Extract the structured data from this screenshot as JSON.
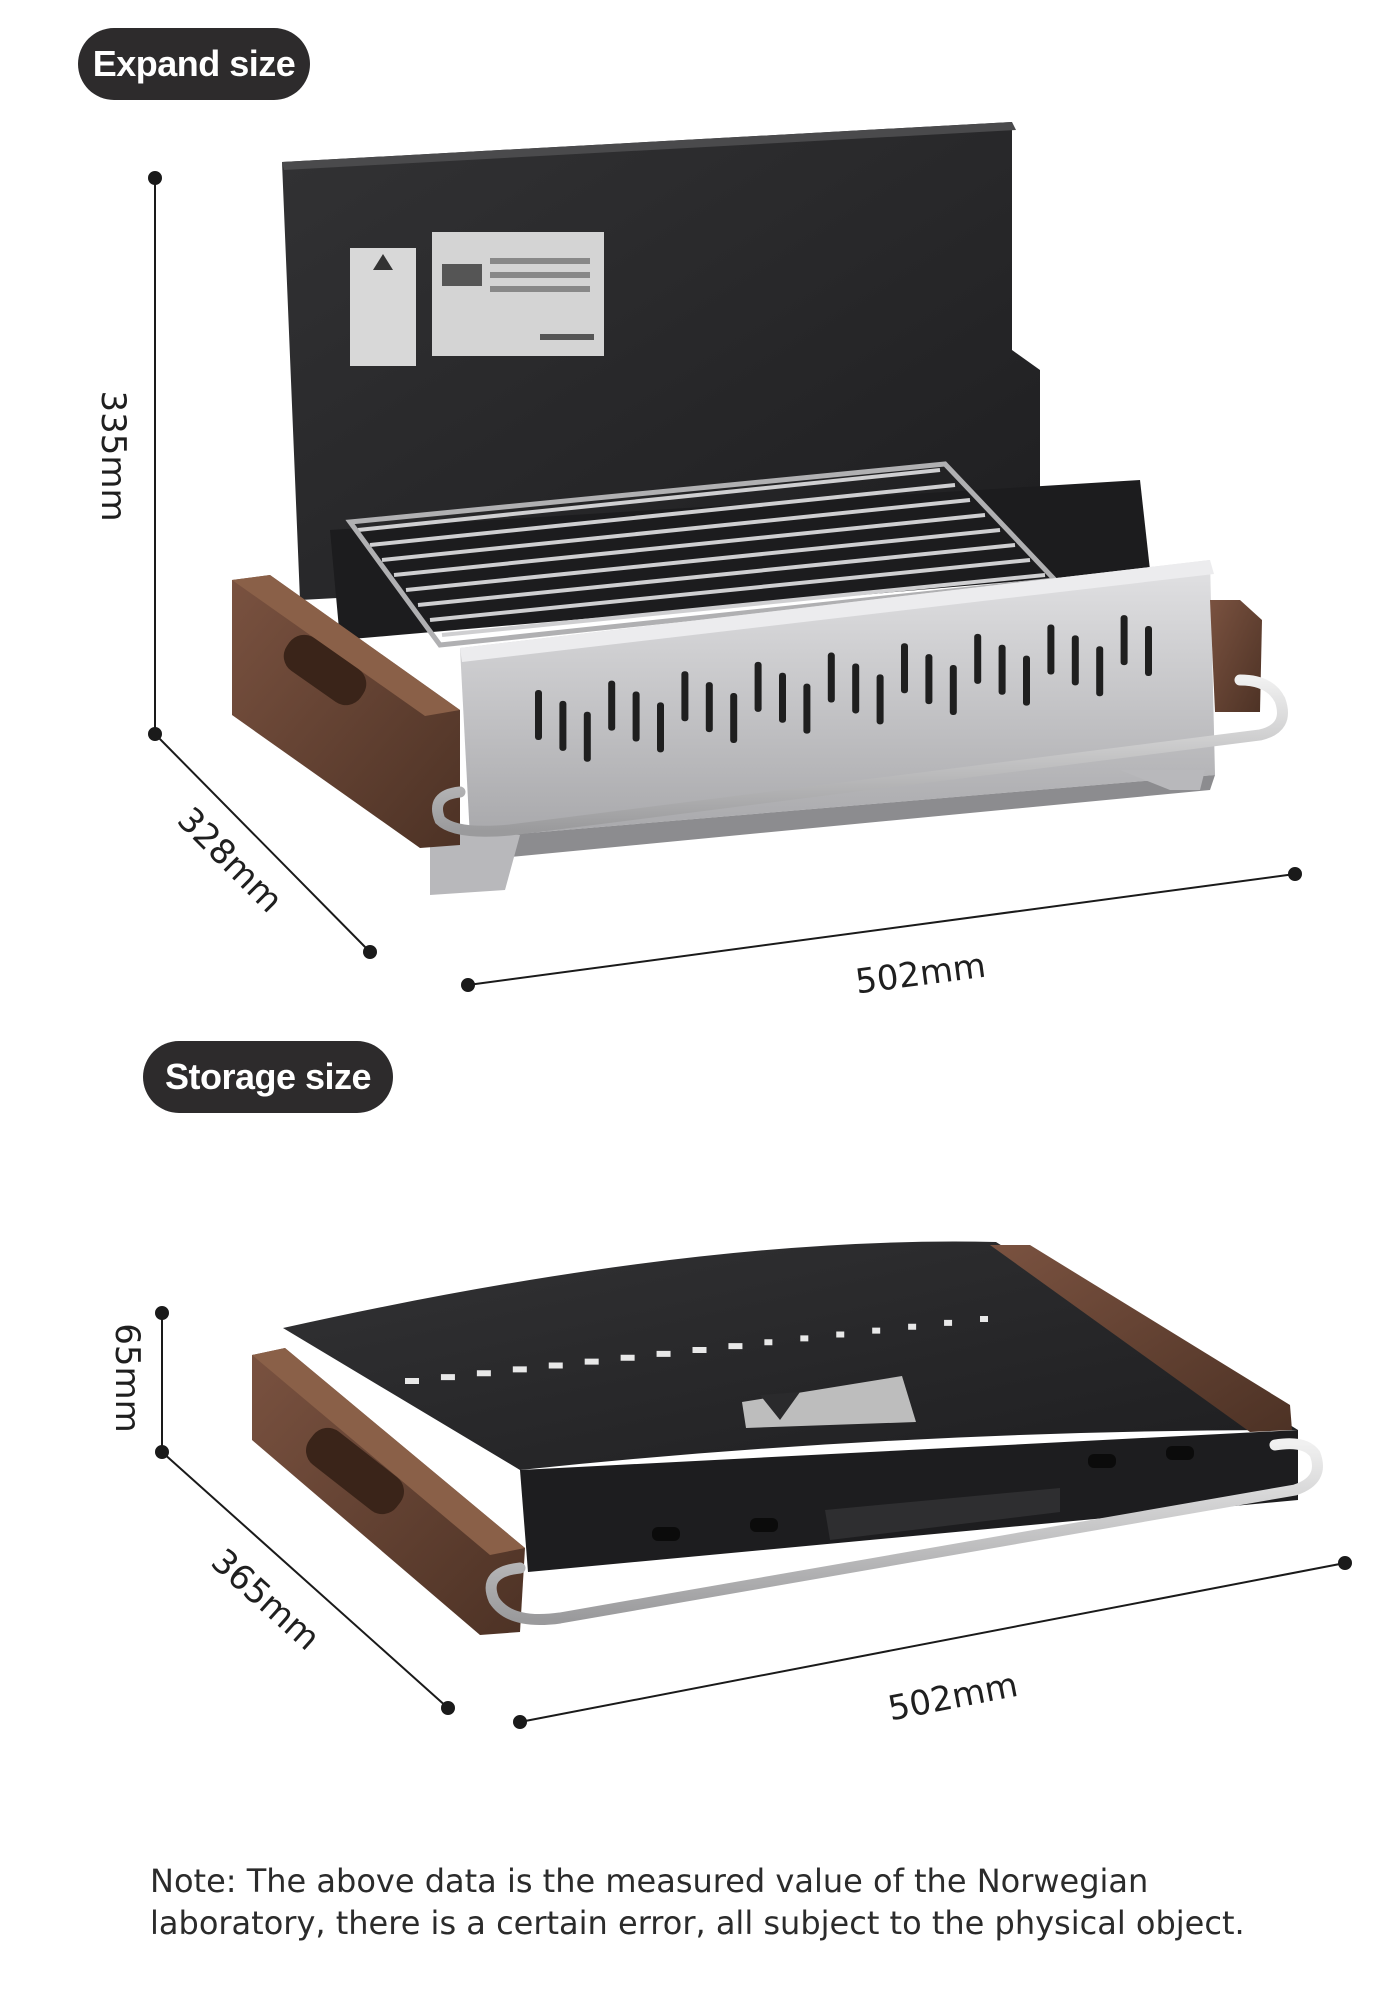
{
  "labels": {
    "expand_size": "Expand size",
    "storage_size": "Storage size"
  },
  "expand": {
    "height": "335mm",
    "depth": "328mm",
    "width": "502mm"
  },
  "storage": {
    "height": "65mm",
    "depth": "365mm",
    "width": "502mm"
  },
  "note": "Note: The above data is the measured value of the Norwegian laboratory, there is a certain error, all subject to the physical object.",
  "colors": {
    "pill": "#2d2b2c",
    "lid": "#2a2a2c",
    "steel": "#c9c9cb",
    "wood": "#6e4a36"
  }
}
